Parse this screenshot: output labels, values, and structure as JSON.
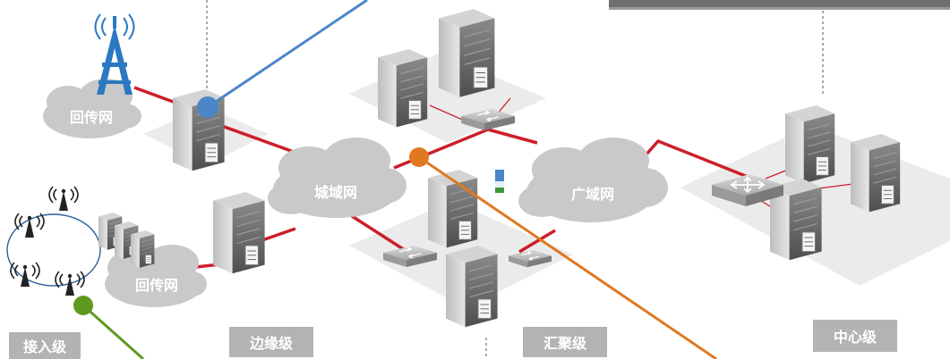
{
  "networks": {
    "backhaul_top": "回传网",
    "backhaul_bottom": "回传网",
    "metro": "城域网",
    "wan": "广域网"
  },
  "tiers": {
    "access": "接入级",
    "edge": "边缘级",
    "aggregation": "汇聚级",
    "center": "中心级"
  },
  "colors": {
    "link_red": "#cc1f2a",
    "pointer_blue": "#4a86c8",
    "pointer_orange": "#e07820",
    "pointer_green": "#5f9a1e",
    "label_box": "#b3b3b3",
    "cloud": "#c9c9c9",
    "platform": "#ebebeb",
    "tower": "#2b78c2"
  },
  "icons": [
    "radio-tower-icon",
    "antenna-icon",
    "server-rack-icon",
    "switch-icon",
    "router-icon",
    "cloud-icon",
    "device-badge-icon"
  ]
}
